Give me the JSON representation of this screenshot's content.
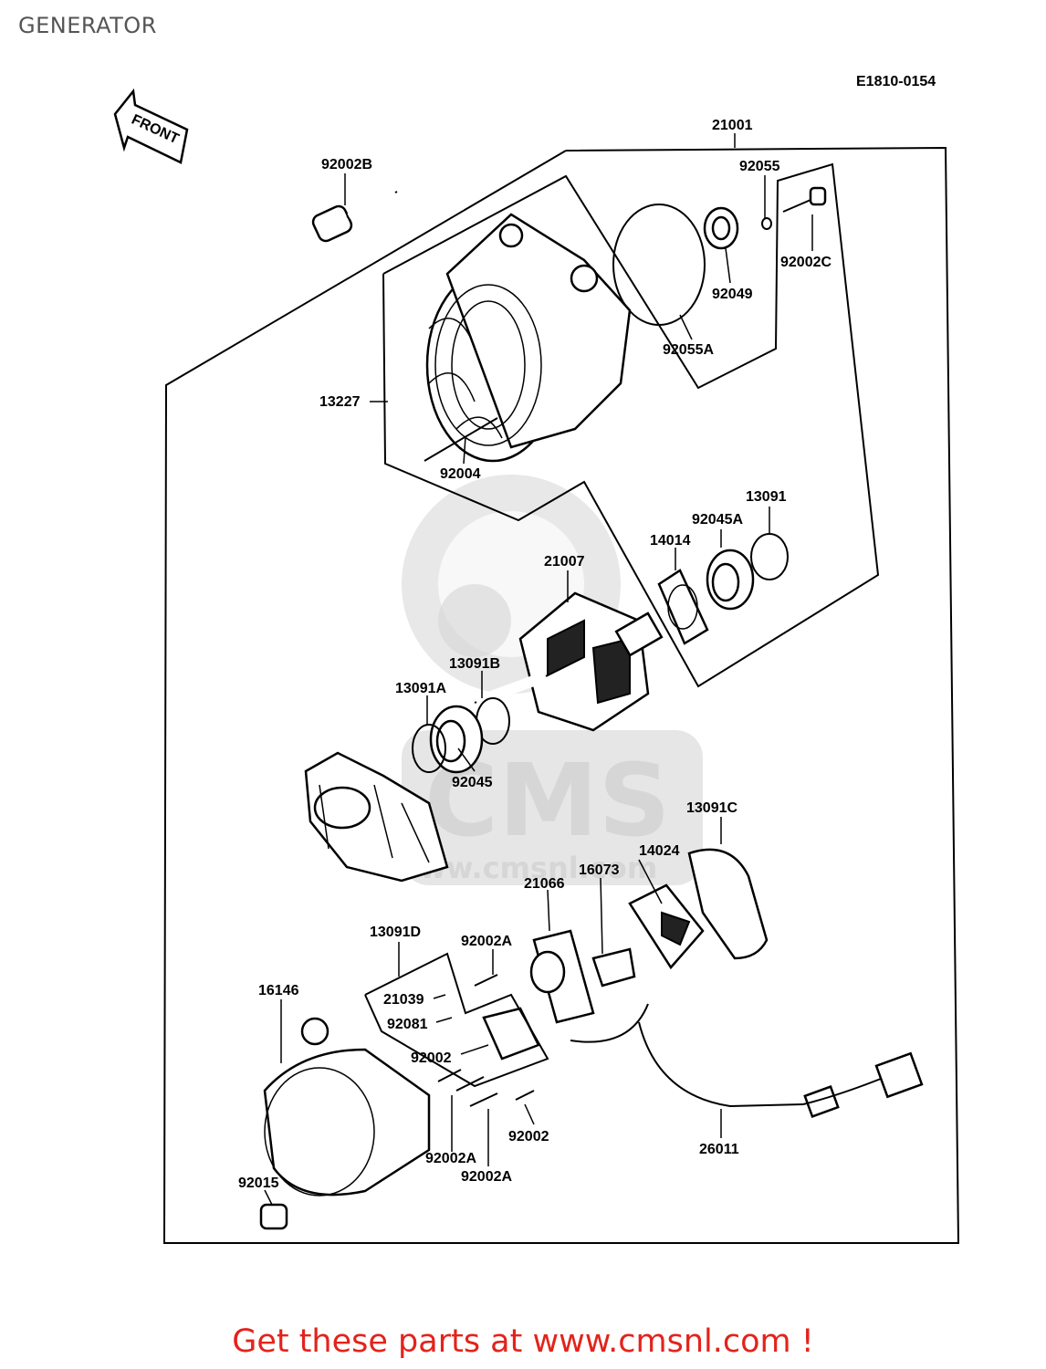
{
  "page": {
    "title": "GENERATOR"
  },
  "diagram": {
    "code": "E1810-0154",
    "front_label": "FRONT",
    "parts": {
      "p21001": "21001",
      "p92002B": "92002B",
      "p92055": "92055",
      "p92002C": "92002C",
      "p92049": "92049",
      "p92055A": "92055A",
      "p13227": "13227",
      "p92004": "92004",
      "p13091": "13091",
      "p92045A": "92045A",
      "p14014": "14014",
      "p21007": "21007",
      "p13091B": "13091B",
      "p13091A": "13091A",
      "p92045": "92045",
      "p13091C": "13091C",
      "p14024": "14024",
      "p16073": "16073",
      "p21066": "21066",
      "p13091D": "13091D",
      "p92002A_top": "92002A",
      "p16146": "16146",
      "p21039": "21039",
      "p92081": "92081",
      "p92002_left": "92002",
      "p92002_right": "92002",
      "p92002A_bl": "92002A",
      "p92002A_br": "92002A",
      "p26011": "26011",
      "p92015": "92015"
    }
  },
  "watermark": {
    "brand": "CMS",
    "url": "www.cmsnl.com"
  },
  "footer": {
    "cta": "Get these parts at www.cmsnl.com !"
  },
  "colors": {
    "cta": "#e3231b",
    "title": "#555555",
    "watermark": "#d6d6d6"
  }
}
